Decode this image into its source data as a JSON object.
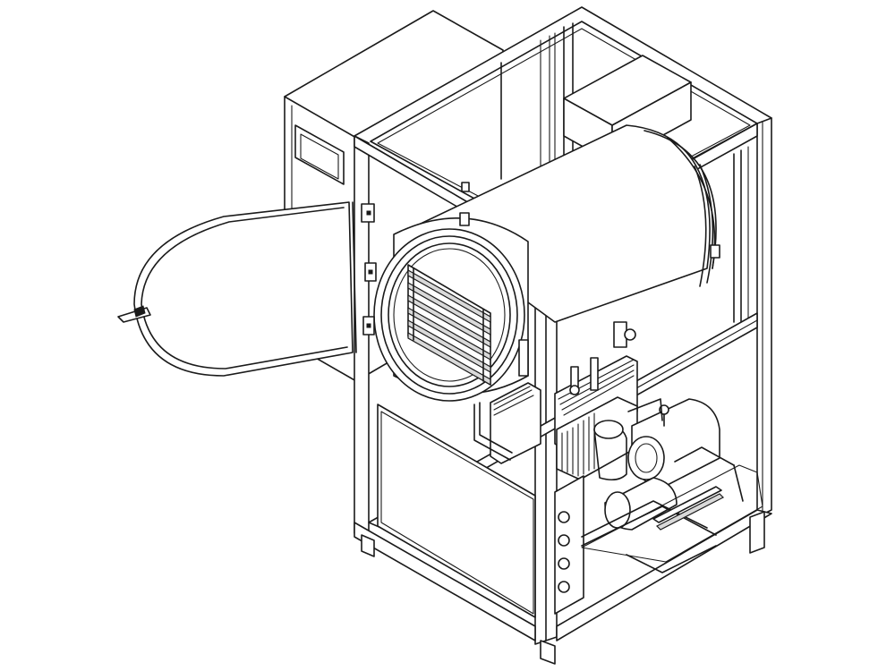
{
  "figure": {
    "subject": "",
    "colors": {
      "line": "#1a1a1a",
      "background": "#ffffff",
      "shade": "#d9d9d9"
    },
    "icons": [
      "control-panel-display",
      "chamber-door",
      "door-handle",
      "door-hinge",
      "vacuum-chamber",
      "sample-shelves",
      "electrical-box",
      "vacuum-pump",
      "compressor",
      "condenser-coil",
      "frame-leg"
    ]
  }
}
